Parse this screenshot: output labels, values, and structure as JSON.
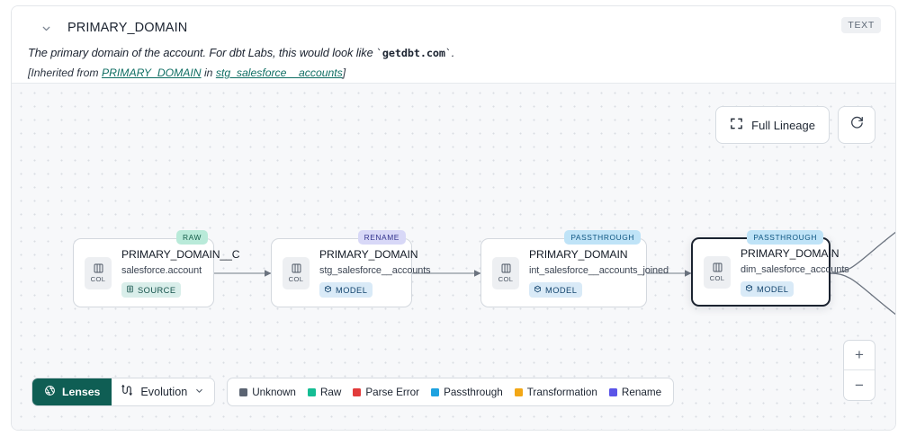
{
  "header": {
    "collapse_icon": "chevron-down-icon",
    "title": "PRIMARY_DOMAIN",
    "type_badge": "TEXT",
    "description_prefix": "The primary domain of the account. For dbt Labs, this would look like ",
    "description_code": "getdbt.com",
    "backtick": "`",
    "period": ".",
    "inherited_open": "[Inherited from ",
    "inherited_column": "PRIMARY_DOMAIN",
    "inherited_in": " in ",
    "inherited_model": "stg_salesforce__accounts",
    "inherited_close": "]"
  },
  "canvas_controls": {
    "full_lineage_label": "Full Lineage",
    "full_lineage_icon": "expand-icon",
    "refresh_icon": "refresh-icon",
    "zoom_in_label": "+",
    "zoom_out_label": "−"
  },
  "lineage": {
    "nodes": [
      {
        "column": "PRIMARY_DOMAIN__C",
        "table": "salesforce.account",
        "kind": "SOURCE",
        "kind_class": "source",
        "kind_icon": "source-icon",
        "tag": "RAW",
        "tag_class": "raw",
        "chip": "COL",
        "selected": false
      },
      {
        "column": "PRIMARY_DOMAIN",
        "table": "stg_salesforce__accounts",
        "kind": "MODEL",
        "kind_class": "model",
        "kind_icon": "model-icon",
        "tag": "RENAME",
        "tag_class": "rename",
        "chip": "COL",
        "selected": false
      },
      {
        "column": "PRIMARY_DOMAIN",
        "table": "int_salesforce__accounts_joined",
        "kind": "MODEL",
        "kind_class": "model",
        "kind_icon": "model-icon",
        "tag": "PASSTHROUGH",
        "tag_class": "passthrough",
        "chip": "COL",
        "selected": false
      },
      {
        "column": "PRIMARY_DOMAIN",
        "table": "dim_salesforce_accounts",
        "kind": "MODEL",
        "kind_class": "model",
        "kind_icon": "model-icon",
        "tag": "PASSTHROUGH",
        "tag_class": "passthrough",
        "chip": "COL",
        "selected": true
      }
    ]
  },
  "toolbar": {
    "lenses_label": "Lenses",
    "lenses_icon": "aperture-icon",
    "evolution_label": "Evolution",
    "evolution_icon": "evolution-icon",
    "evolution_caret": "chevron-down-icon"
  },
  "legend": {
    "items": [
      {
        "label": "Unknown",
        "color": "#5b6472"
      },
      {
        "label": "Raw",
        "color": "#15bd94"
      },
      {
        "label": "Parse Error",
        "color": "#e23b3b"
      },
      {
        "label": "Passthrough",
        "color": "#1ea2e0"
      },
      {
        "label": "Transformation",
        "color": "#f2a716"
      },
      {
        "label": "Rename",
        "color": "#5a54e8"
      }
    ]
  },
  "colors": {
    "brand_green": "#0f5e54",
    "link": "#0f6e63",
    "canvas_bg": "#f7f8fa",
    "selected_border": "#1b2330"
  }
}
